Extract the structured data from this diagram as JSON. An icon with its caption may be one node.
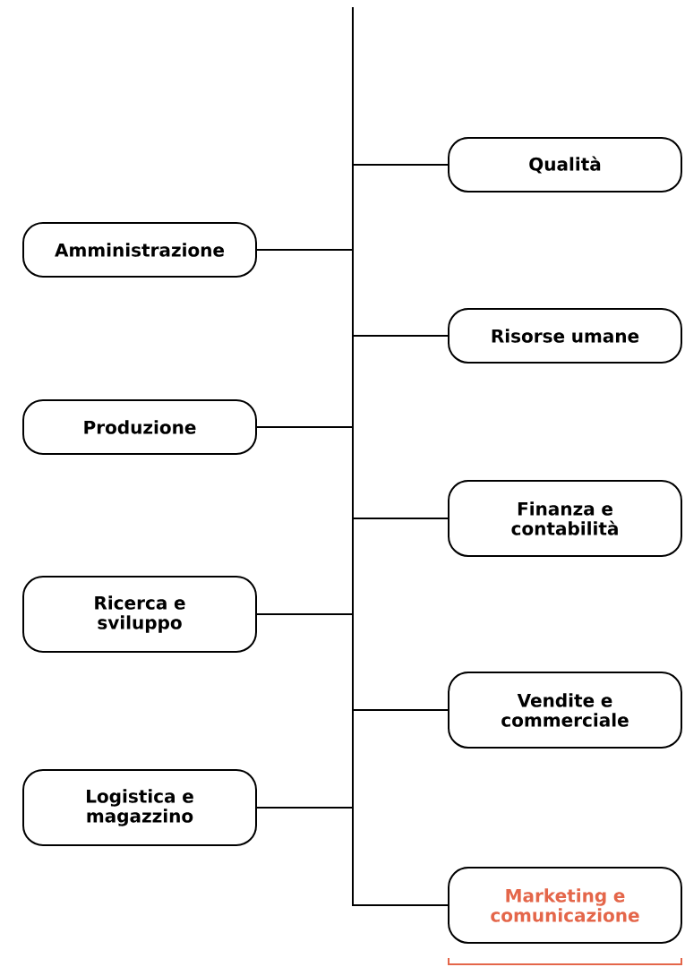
{
  "diagram": {
    "nodes": [
      {
        "text": [
          "Qualità"
        ]
      },
      {
        "text": [
          "Amministrazione"
        ]
      },
      {
        "text": [
          "Risorse umane"
        ]
      },
      {
        "text": [
          "Produzione"
        ]
      },
      {
        "text": [
          "Finanza e contabilità"
        ]
      },
      {
        "text": [
          "Ricerca e sviluppo"
        ]
      },
      {
        "text": [
          "Vendite e commerciale"
        ]
      },
      {
        "text": [
          "Logistica e magazzino"
        ]
      },
      {
        "text": [
          "Marketing e comunicazione"
        ]
      }
    ],
    "edges": [
      {
        "from": null,
        "to": 0,
        "arrow": "none"
      },
      {
        "from": null,
        "to": 1,
        "arrow": "none"
      },
      {
        "from": null,
        "to": 2,
        "arrow": "none"
      },
      {
        "from": null,
        "to": 3,
        "arrow": "none"
      },
      {
        "from": null,
        "to": 4,
        "arrow": "none"
      },
      {
        "from": null,
        "to": 5,
        "arrow": "none"
      },
      {
        "from": null,
        "to": 6,
        "arrow": "none"
      },
      {
        "from": null,
        "to": 7,
        "arrow": "none"
      },
      {
        "from": null,
        "to": 8,
        "arrow": "none"
      }
    ]
  }
}
